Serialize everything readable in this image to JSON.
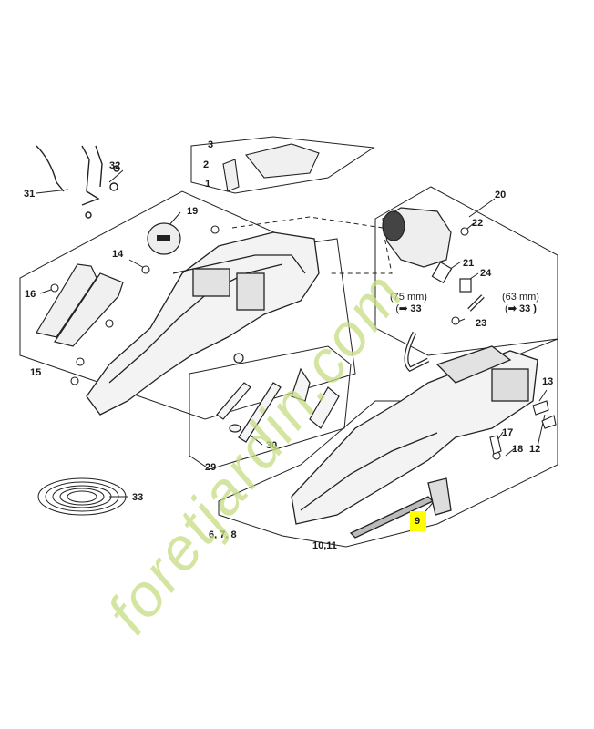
{
  "diagram": {
    "callouts": {
      "c1": "1",
      "c2": "2",
      "c3": "3",
      "c9": "9",
      "c12": "12",
      "c13": "13",
      "c14": "14",
      "c15": "15",
      "c16": "16",
      "c17": "17",
      "c18": "18",
      "c19": "19",
      "c20": "20",
      "c21": "21",
      "c22": "22",
      "c23": "23",
      "c24": "24",
      "c29": "29",
      "c30": "30",
      "c31": "31",
      "c32": "32",
      "c33": "33",
      "c678": "6, 7, 8",
      "c1011": "10,11"
    },
    "notes": {
      "left_size": "(75 mm)",
      "left_ref": "33",
      "right_size": "(63 mm)",
      "right_ref": "33 )"
    },
    "arrow_glyph": "➡",
    "highlighted_callout": "9",
    "highlight_color": "#ffff00"
  },
  "watermark": {
    "text": "foretjardin.com",
    "color": "#c5dd82"
  }
}
